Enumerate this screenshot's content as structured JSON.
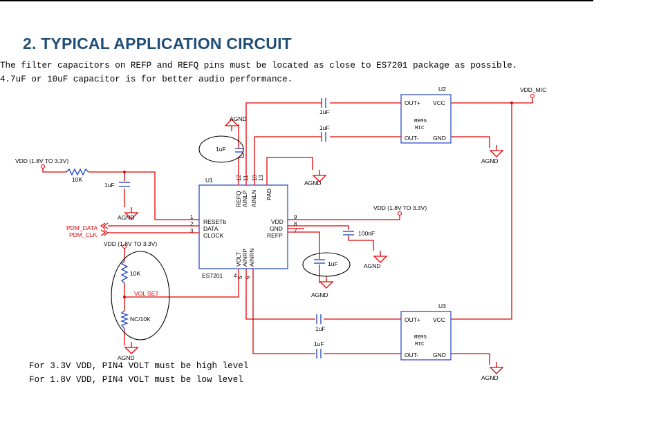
{
  "title": "2. TYPICAL APPLICATION CIRCUIT",
  "notes": [
    "The filter capacitors on REFP and REFQ pins must be located as close to ES7201 package as possible.",
    "4.7uF or 10uF capacitor is for better audio performance."
  ],
  "footnotes": [
    "For 3.3V VDD, PIN4 VOLT must be high level",
    "For 1.8V VDD, PIN4 VOLT must be low level"
  ],
  "colors": {
    "wire": "#e00000",
    "component": "#1f3fbf",
    "box": "#1f3fbf",
    "heading": "#1f4e79"
  },
  "schematic": {
    "u1": {
      "ref": "U1",
      "part": "ES7201",
      "left_pins": [
        "RESETb",
        "DATA",
        "CLOCK"
      ],
      "left_pin_numbers": [
        "1",
        "2",
        "3"
      ],
      "right_pins": [
        "VDD",
        "GND",
        "REFP"
      ],
      "right_pin_numbers": [
        "9",
        "8",
        "7"
      ],
      "top_pins": [
        "REFQ",
        "AINLP",
        "AINLN",
        "PAD"
      ],
      "top_pin_numbers": [
        "12",
        "11",
        "10",
        "13"
      ],
      "bottom_pins": [
        "VOLT",
        "AINRP",
        "AINRN"
      ],
      "bottom_pin_numbers": [
        "4",
        "5",
        "6"
      ]
    },
    "u2": {
      "ref": "U2",
      "pin_outp": "OUT+",
      "pin_outn": "OUT-",
      "pin_vcc": "VCC",
      "pin_gnd": "GND",
      "label_line1": "MEMS",
      "label_line2": "MIC"
    },
    "u3": {
      "ref": "U3",
      "pin_outp": "OUT+",
      "pin_outn": "OUT-",
      "pin_vcc": "VCC",
      "pin_gnd": "GND",
      "label_line1": "MEMS",
      "label_line2": "MIC"
    },
    "net_labels": {
      "vdd_left": "VDD (1.8V TO 3.3V)",
      "vdd_right": "VDD (1.8V TO 3.3V)",
      "vdd_lower": "VDD (1.8V TO 3.3V)",
      "vdd_mic": "VDD_MIC",
      "pdm_data": "PDM_DATA",
      "pdm_clk": "PDM_CLK",
      "vol_set": "VOL SET"
    },
    "agnd": "AGND",
    "components": {
      "r1": "10K",
      "c_vdd": "1uF",
      "c_refq": "1uF",
      "c_u2_top": "1uF",
      "c_u2_bot": "1uF",
      "c_vdd_u1": "100nF",
      "c_refp": "1uF",
      "c_u3_top": "1uF",
      "c_u3_bot": "1uF",
      "r_vol_top": "10K",
      "r_vol_bot": "NC/10K"
    }
  }
}
